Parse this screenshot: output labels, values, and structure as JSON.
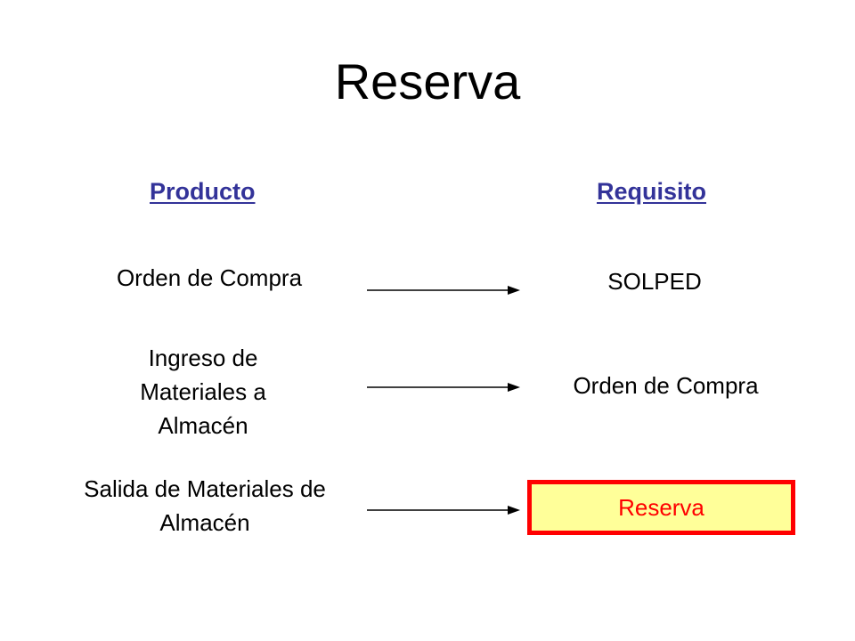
{
  "title": "Reserva",
  "columns": {
    "left": "Producto",
    "right": "Requisito"
  },
  "rows": [
    {
      "product": "Orden de Compra",
      "requirement": "SOLPED"
    },
    {
      "product": "Ingreso de Materiales a Almacén",
      "requirement": "Orden de Compra"
    },
    {
      "product": "Salida de Materiales de Almacén",
      "requirement": "Reserva"
    }
  ],
  "colors": {
    "header": "#333399",
    "highlight_fill": "#ffff99",
    "highlight_border": "#ff0000",
    "highlight_text": "#ff0000"
  }
}
